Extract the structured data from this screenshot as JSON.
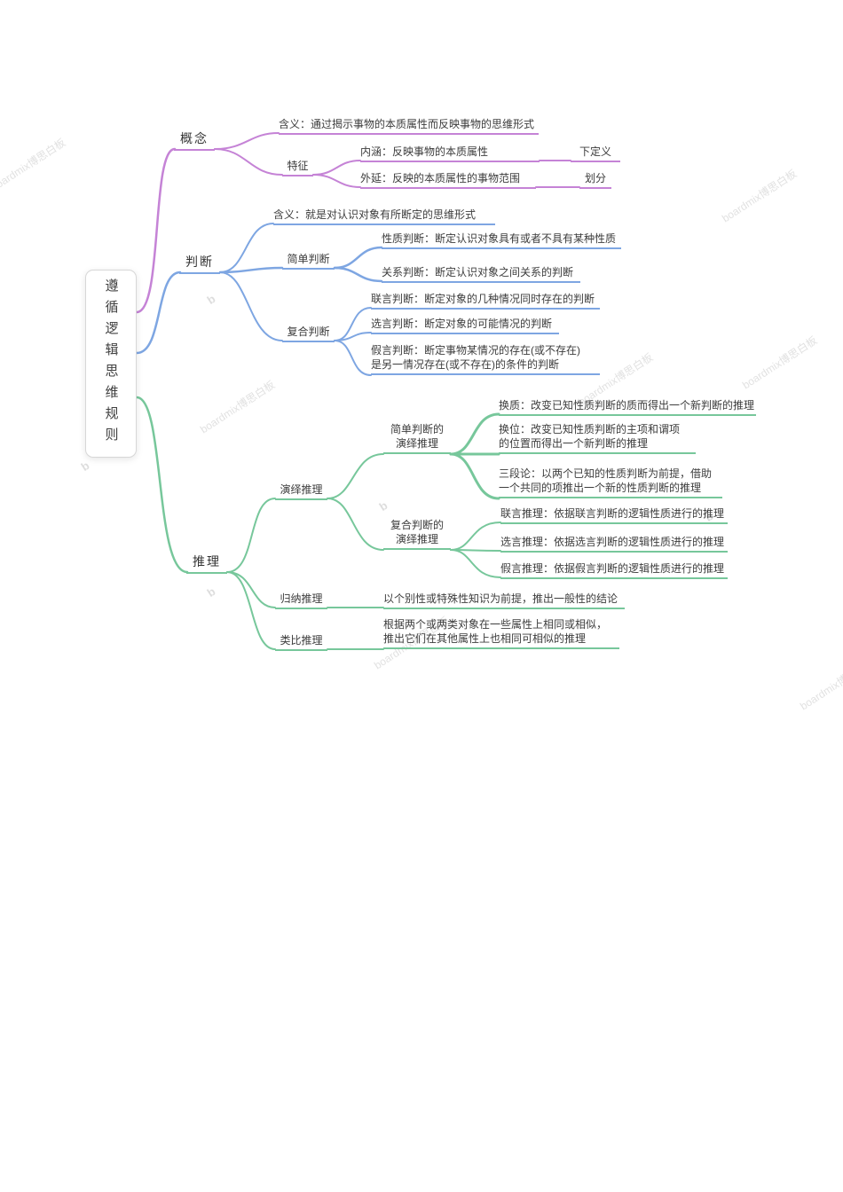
{
  "title": "遵循逻辑思维规则",
  "watermark": "boardmix博思白板",
  "watermark_logo": "b",
  "colors": {
    "concept": "#c583d6",
    "judgment": "#7ea6e2",
    "inference": "#77c79b",
    "text": "#3c3c3c",
    "wm": "#c9c9c9"
  },
  "root": {
    "label": "遵循逻辑思维规则"
  },
  "branches": {
    "concept": {
      "label": "概念",
      "meaning": "含义：通过揭示事物的本质属性而反映事物的思维形式",
      "feature": {
        "label": "特征",
        "intension": "内涵：反映事物的本质属性",
        "intension_child": "下定义",
        "extension": "外延：反映的本质属性的事物范围",
        "extension_child": "划分"
      }
    },
    "judgment": {
      "label": "判断",
      "meaning": "含义：就是对认识对象有所断定的思维形式",
      "simple": {
        "label": "简单判断",
        "children": [
          "性质判断：断定认识对象具有或者不具有某种性质",
          "关系判断：断定认识对象之间关系的判断"
        ]
      },
      "compound": {
        "label": "复合判断",
        "children": [
          "联言判断：断定对象的几种情况同时存在的判断",
          "选言判断：断定对象的可能情况的判断",
          "假言判断：断定事物某情况的存在(或不存在)\n是另一情况存在(或不存在)的条件的判断"
        ]
      }
    },
    "inference": {
      "label": "推理",
      "deductive": {
        "label": "演绎推理",
        "simple": {
          "label": "简单判断的\n演绎推理",
          "children": [
            "换质：改变已知性质判断的质而得出一个新判断的推理",
            "换位：改变已知性质判断的主项和谓项\n的位置而得出一个新判断的推理",
            "三段论：以两个已知的性质判断为前提，借助\n一个共同的项推出一个新的性质判断的推理"
          ]
        },
        "compound": {
          "label": "复合判断的\n演绎推理",
          "children": [
            "联言推理：依据联言判断的逻辑性质进行的推理",
            "选言推理：依据选言判断的逻辑性质进行的推理",
            "假言推理：依据假言判断的逻辑性质进行的推理"
          ]
        }
      },
      "inductive": {
        "label": "归纳推理",
        "desc": "以个别性或特殊性知识为前提，推出一般性的结论"
      },
      "analogy": {
        "label": "类比推理",
        "desc": "根据两个或两类对象在一些属性上相同或相似，\n推出它们在其他属性上也相同可相似的推理"
      }
    }
  }
}
